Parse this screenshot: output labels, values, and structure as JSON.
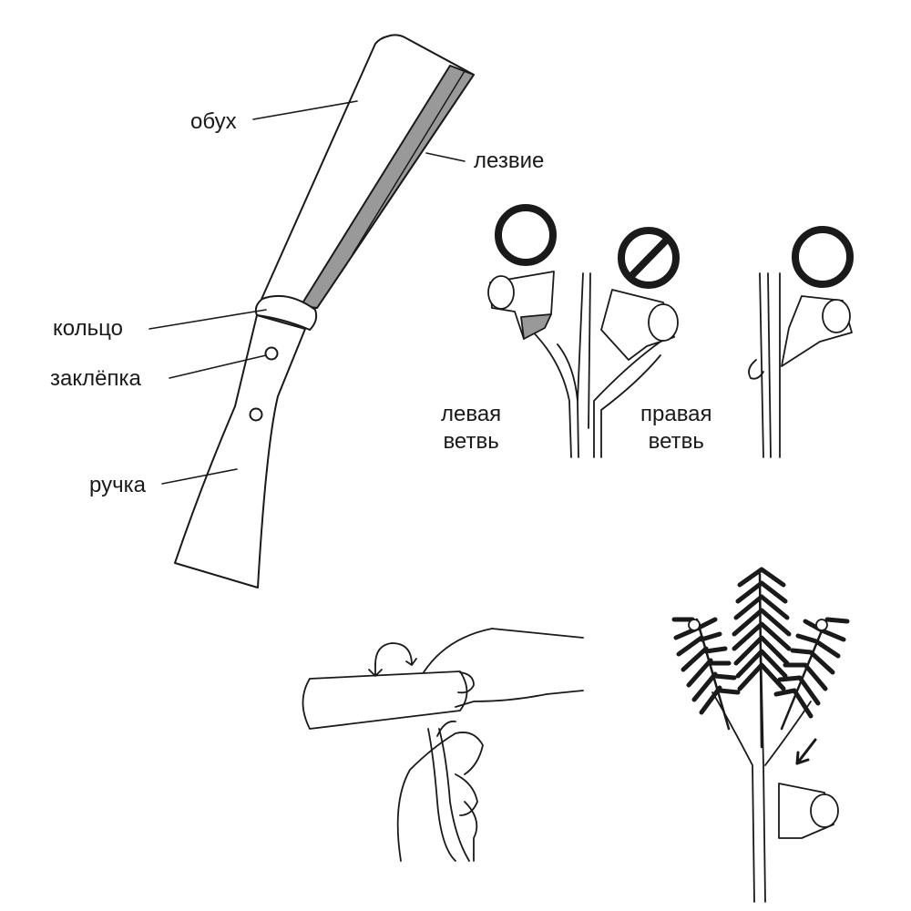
{
  "labels": {
    "spine": "обух",
    "blade": "лезвие",
    "ring": "кольцо",
    "rivet": "заклёпка",
    "handle": "ручка"
  },
  "branches": {
    "left_line1": "левая",
    "left_line2": "ветвь",
    "right_line1": "правая",
    "right_line2": "ветвь"
  },
  "symbols": {
    "correct": "circle-ok-icon",
    "wrong": "prohibited-icon"
  },
  "colors": {
    "line": "#1a1a1a",
    "blade_edge": "#999999",
    "background": "#ffffff"
  }
}
